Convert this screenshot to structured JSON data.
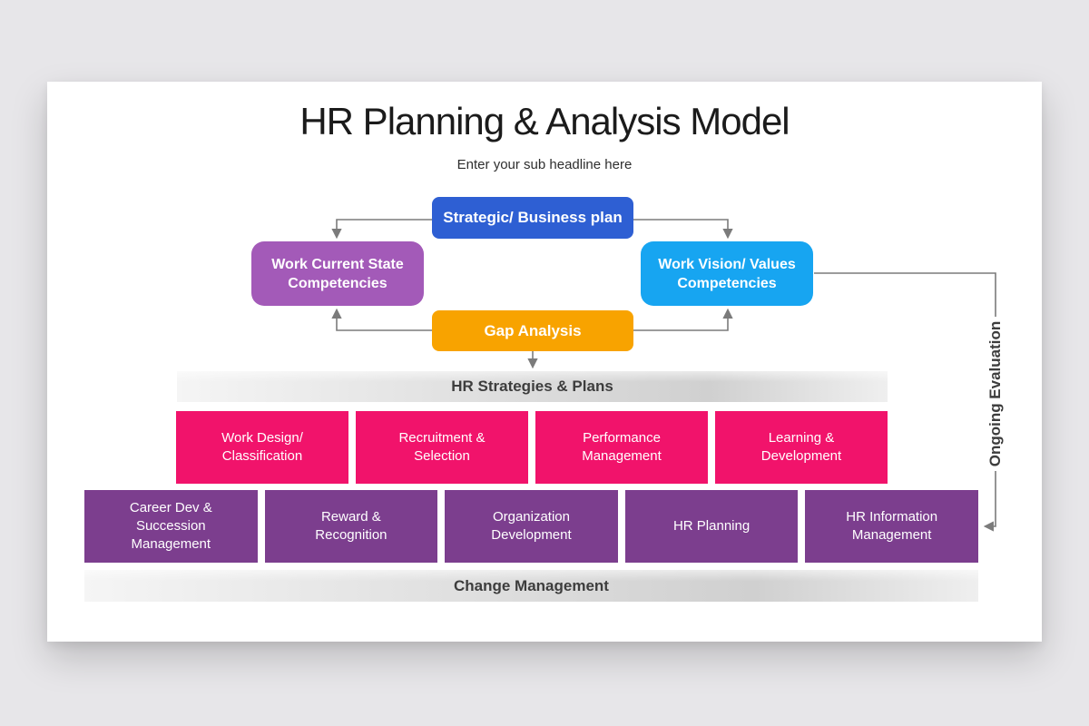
{
  "title": "HR Planning & Analysis Model",
  "subtitle": "Enter your sub headline here",
  "flow": {
    "strategic": "Strategic/ Business plan",
    "current_state": "Work Current State\nCompetencies",
    "vision_values": "Work Vision/ Values\nCompetencies",
    "gap": "Gap Analysis",
    "ongoing_evaluation": "Ongoing Evaluation"
  },
  "bars": {
    "strategies": "HR Strategies & Plans",
    "change": "Change Management"
  },
  "hr_programs": [
    "Work Design/\nClassification",
    "Recruitment &\nSelection",
    "Performance\nManagement",
    "Learning &\nDevelopment"
  ],
  "hr_functions": [
    "Career Dev &\nSuccession\nManagement",
    "Reward &\nRecognition",
    "Organization\nDevelopment",
    "HR Planning",
    "HR Information\nManagement"
  ],
  "colors": {
    "blue": "#2e5fd3",
    "purple": "#a35ab8",
    "lightblue": "#17a5f1",
    "orange": "#f8a300",
    "pink": "#f1136b",
    "darkpurple": "#7c3e8e",
    "arrow": "#7b7b7b",
    "bar-text": "#3d3d3d",
    "canvas": "#e7e6e9"
  }
}
